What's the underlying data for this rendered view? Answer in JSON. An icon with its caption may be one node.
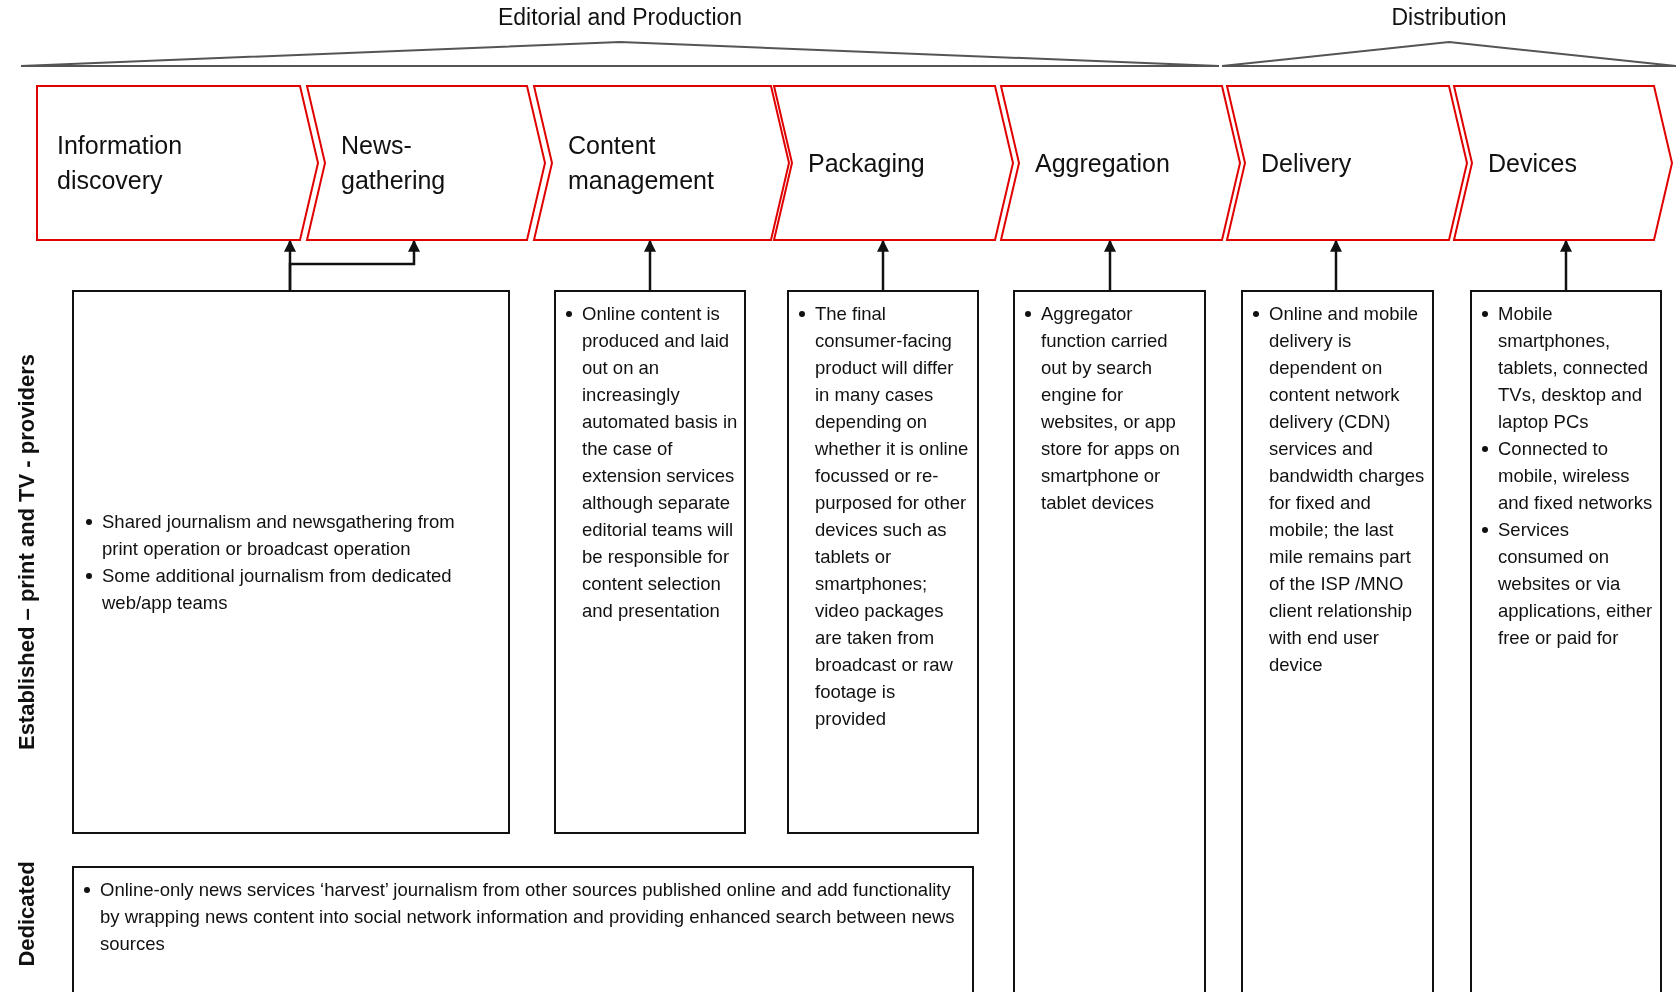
{
  "diagram": {
    "nodes": [
      {
        "text": [
          "Editorial and Production"
        ]
      },
      {
        "text": [
          "Distribution"
        ]
      },
      {
        "text": [
          "Information discovery"
        ]
      },
      {
        "text": [
          "News-gathering"
        ]
      },
      {
        "text": [
          "Content management"
        ]
      },
      {
        "text": [
          "Packaging"
        ]
      },
      {
        "text": [
          "Aggregation"
        ]
      },
      {
        "text": [
          "Delivery"
        ]
      },
      {
        "text": [
          "Devices"
        ]
      },
      {
        "text": [
          "Shared journalism and newsgathering from print operation or broadcast operation",
          "Some additional journalism from dedicated web/app teams"
        ]
      },
      {
        "text": [
          "Online content is produced and laid out on an increasingly automated basis in the case of extension services although separate editorial teams will be responsible for content selection and presentation"
        ]
      },
      {
        "text": [
          "The final consumer-facing product will differ in many cases depending on whether it is online focussed or re-purposed for other devices such as tablets or smartphones; video packages are taken from broadcast or raw footage is provided"
        ]
      },
      {
        "text": [
          "Aggregator function carried out by search engine for websites, or app store for apps on smartphone or tablet devices"
        ]
      },
      {
        "text": [
          "Online and mobile delivery is dependent on content network delivery (CDN) services and bandwidth charges for fixed and mobile; the last mile remains part of the ISP /MNO client relationship with end user device"
        ]
      },
      {
        "text": [
          "Mobile smartphones, tablets, connected TVs, desktop and laptop PCs",
          "Connected to mobile, wireless and fixed networks",
          "Services consumed on websites or via applications, either free or paid for"
        ]
      },
      {
        "text": [
          "Online-only news services ‘harvest’ journalism from other sources published online and add functionality by wrapping news content into social network information and providing enhanced search between news sources"
        ]
      }
    ],
    "edges": [
      {
        "from": 9,
        "to": 2,
        "arrow": "to"
      },
      {
        "from": 9,
        "to": 3,
        "arrow": "to"
      },
      {
        "from": 10,
        "to": 4,
        "arrow": "to"
      },
      {
        "from": 11,
        "to": 5,
        "arrow": "to"
      },
      {
        "from": 12,
        "to": 6,
        "arrow": "to"
      },
      {
        "from": 13,
        "to": 7,
        "arrow": "to"
      },
      {
        "from": 14,
        "to": 8,
        "arrow": "to"
      }
    ],
    "labels": [
      "Established – print and TV - providers",
      "Dedicated"
    ]
  }
}
